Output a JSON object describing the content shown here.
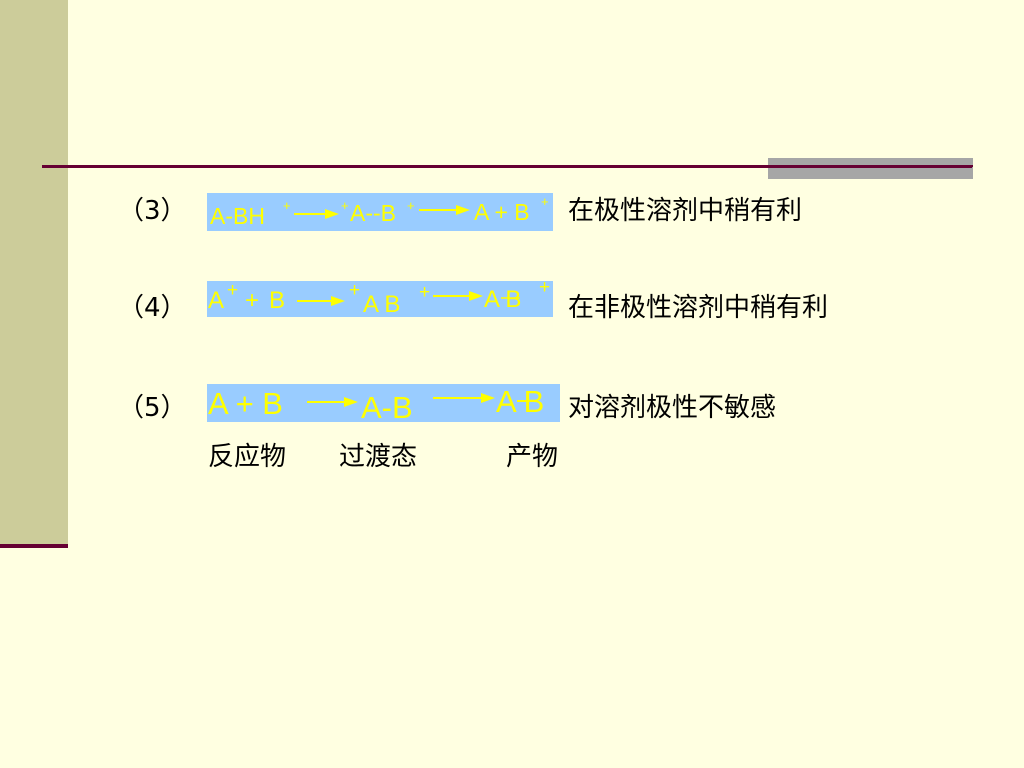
{
  "slide": {
    "items": [
      {
        "number": "（3）",
        "description": "在极性溶剂中稍有利",
        "equation": {
          "reactant": "A-BH",
          "reactant_charge": "+",
          "ts_charge_left": "+",
          "transition_state": "A--B",
          "ts_charge_right": "+",
          "product": "A + B",
          "product_charge": "+"
        }
      },
      {
        "number": "（4）",
        "description": "在非极性溶剂中稍有利",
        "equation": {
          "reactant_a": "A",
          "reactant_a_charge": "+",
          "reactant_plus": "+",
          "reactant_b": "B",
          "ts_charge_left": "+",
          "transition_state": "A B",
          "ts_charge_right": "+",
          "product": "A B",
          "product_charge": "+"
        }
      },
      {
        "number": "（5）",
        "description": "对溶剂极性不敏感",
        "equation": {
          "reactant": "A + B",
          "transition_state": "A-B",
          "product": "A B"
        }
      }
    ],
    "labels": {
      "reactant": "反应物",
      "transition_state": "过渡态",
      "product": "产物"
    }
  }
}
